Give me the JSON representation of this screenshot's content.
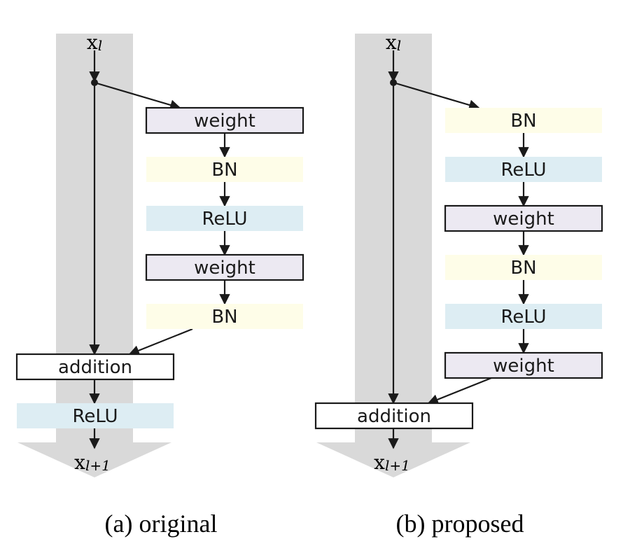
{
  "colors": {
    "band": "#d9d9d9",
    "weight_fill": "#ece9f2",
    "bn_fill": "#fefde8",
    "relu_fill": "#ddedf3",
    "addition_fill": "#ffffff",
    "stroke": "#1a1a1a"
  },
  "panels": [
    {
      "id": "original",
      "input": {
        "base": "x",
        "sub": "l"
      },
      "output": {
        "base": "x",
        "sub": "l+1"
      },
      "branch": [
        {
          "kind": "weight",
          "label": "weight"
        },
        {
          "kind": "bn",
          "label": "BN"
        },
        {
          "kind": "relu",
          "label": "ReLU"
        },
        {
          "kind": "weight",
          "label": "weight"
        },
        {
          "kind": "bn",
          "label": "BN"
        }
      ],
      "trunk": [
        {
          "kind": "addition",
          "label": "addition"
        },
        {
          "kind": "relu",
          "label": "ReLU"
        }
      ],
      "caption": "(a) original"
    },
    {
      "id": "proposed",
      "input": {
        "base": "x",
        "sub": "l"
      },
      "output": {
        "base": "x",
        "sub": "l+1"
      },
      "branch": [
        {
          "kind": "bn",
          "label": "BN"
        },
        {
          "kind": "relu",
          "label": "ReLU"
        },
        {
          "kind": "weight",
          "label": "weight"
        },
        {
          "kind": "bn",
          "label": "BN"
        },
        {
          "kind": "relu",
          "label": "ReLU"
        },
        {
          "kind": "weight",
          "label": "weight"
        }
      ],
      "trunk": [
        {
          "kind": "addition",
          "label": "addition"
        }
      ],
      "caption": "(b) proposed"
    }
  ]
}
